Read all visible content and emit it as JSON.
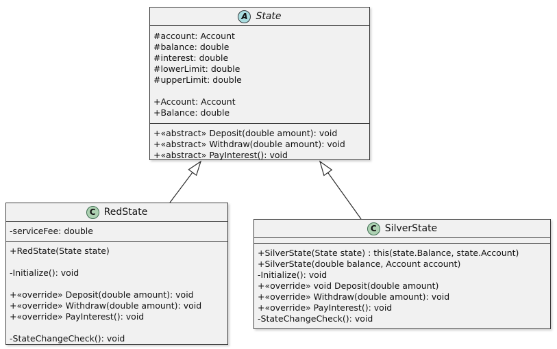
{
  "colors": {
    "canvas_bg": "#FFFFFF",
    "box_fill": "#F1F1F1",
    "box_border": "#3A3A3A",
    "abstract_icon_fill": "#A9DCDF",
    "abstract_icon_border": "#33383B",
    "class_icon_fill": "#ADD1B2",
    "class_icon_border": "#3E6E52",
    "text": "#111111"
  },
  "classes": {
    "state": {
      "icon_letter": "A",
      "name": "State",
      "attributes": [
        "#account: Account",
        "#balance: double",
        "#interest: double",
        "#lowerLimit: double",
        "#upperLimit: double",
        "",
        "+Account: Account",
        "+Balance: double"
      ],
      "methods": [
        "+«abstract» Deposit(double amount): void",
        "+«abstract» Withdraw(double amount): void",
        "+«abstract» PayInterest(): void"
      ]
    },
    "redstate": {
      "icon_letter": "C",
      "name": "RedState",
      "attributes": [
        "-serviceFee: double"
      ],
      "methods": [
        "+RedState(State state)",
        "",
        "-Initialize(): void",
        "",
        "+«override» Deposit(double amount): void",
        "+«override» Withdraw(double amount): void",
        "+«override» PayInterest(): void",
        "",
        "-StateChangeCheck(): void"
      ]
    },
    "silverstate": {
      "icon_letter": "C",
      "name": "SilverState",
      "attributes": [],
      "methods": [
        "+SilverState(State state) : this(state.Balance, state.Account)",
        "+SilverState(double balance, Account account)",
        "-Initialize(): void",
        "+«override» void Deposit(double amount)",
        "+«override» Withdraw(double amount): void",
        "+«override» PayInterest(): void",
        "-StateChangeCheck(): void"
      ]
    }
  },
  "relations": [
    {
      "type": "inheritance",
      "from": "RedState",
      "to": "State"
    },
    {
      "type": "inheritance",
      "from": "SilverState",
      "to": "State"
    }
  ]
}
